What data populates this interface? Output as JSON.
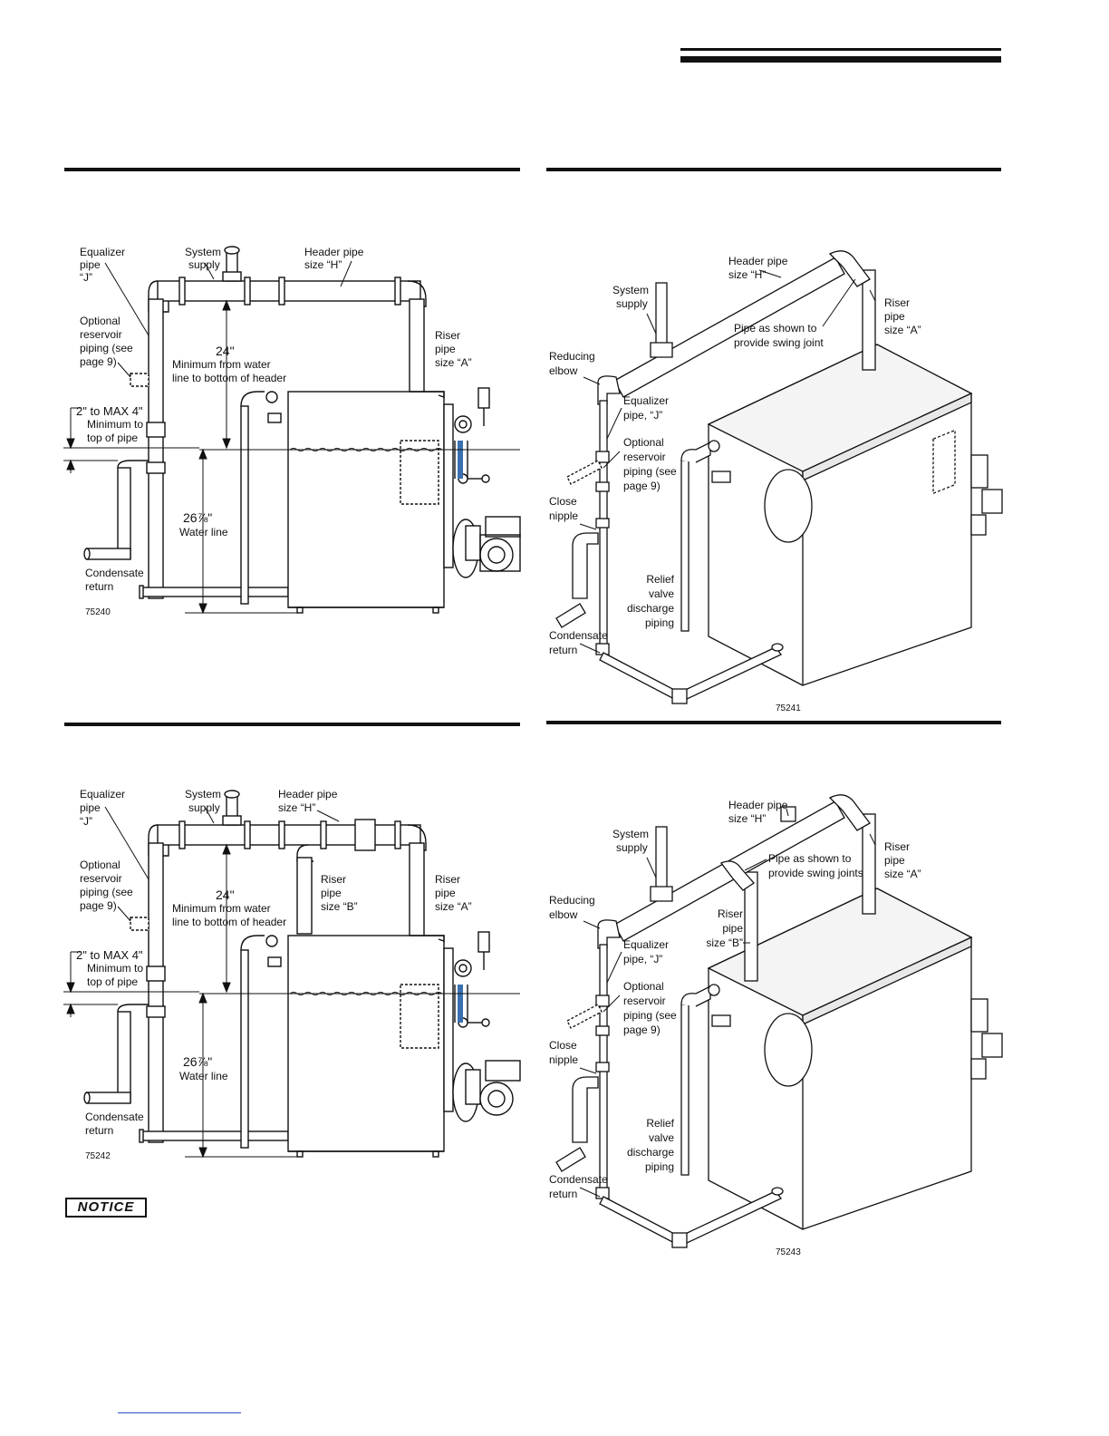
{
  "figures": [
    {
      "id": "75240",
      "labels": {
        "equalizer": [
          "Equalizer",
          "pipe",
          "“J”"
        ],
        "system_supply": [
          "System",
          "supply"
        ],
        "header": [
          "Header pipe",
          "size “H”"
        ],
        "optional": [
          "Optional",
          "reservoir",
          "piping (see",
          "page 9)"
        ],
        "riser_a": [
          "Riser",
          "pipe",
          "size “A”"
        ],
        "min24": "24\"",
        "min24_note": [
          "Minimum from water",
          "line to bottom of header"
        ],
        "range": "2\" to MAX 4\"",
        "range_note": [
          "Minimum to",
          "top of pipe"
        ],
        "water_height": "26⅞\"",
        "water_line": "Water line",
        "condensate": [
          "Condensate",
          "return"
        ]
      }
    },
    {
      "id": "75241",
      "labels": {
        "header": [
          "Header pipe",
          "size “H”"
        ],
        "system_supply": [
          "System",
          "supply"
        ],
        "riser_a": [
          "Riser",
          "pipe",
          "size “A”"
        ],
        "swing": [
          "Pipe as shown to",
          "provide swing joint"
        ],
        "reducing": [
          "Reducing",
          "elbow"
        ],
        "equalizer": [
          "Equalizer",
          "pipe, “J”"
        ],
        "optional": [
          "Optional",
          "reservoir",
          "piping (see",
          "page 9)"
        ],
        "close": [
          "Close",
          "nipple"
        ],
        "relief": [
          "Relief",
          "valve",
          "discharge",
          "piping"
        ],
        "condensate": [
          "Condensate",
          "return"
        ]
      }
    },
    {
      "id": "75242",
      "labels": {
        "equalizer": [
          "Equalizer",
          "pipe",
          "“J”"
        ],
        "system_supply": [
          "System",
          "supply"
        ],
        "header": [
          "Header pipe",
          "size “H”"
        ],
        "optional": [
          "Optional",
          "reservoir",
          "piping (see",
          "page 9)"
        ],
        "riser_b": [
          "Riser",
          "pipe",
          "size “B”"
        ],
        "riser_a": [
          "Riser",
          "pipe",
          "size “A”"
        ],
        "min24": "24\"",
        "min24_note": [
          "Minimum from water",
          "line to bottom of header"
        ],
        "range": "2\" to MAX 4\"",
        "range_note": [
          "Minimum to",
          "top of pipe"
        ],
        "water_height": "26⅞\"",
        "water_line": "Water line",
        "condensate": [
          "Condensate",
          "return"
        ]
      }
    },
    {
      "id": "75243",
      "labels": {
        "header": [
          "Header pipe",
          "size “H”"
        ],
        "system_supply": [
          "System",
          "supply"
        ],
        "riser_a": [
          "Riser",
          "pipe",
          "size “A”"
        ],
        "swing": [
          "Pipe as shown to",
          "provide swing joints"
        ],
        "riser_b": [
          "Riser",
          "pipe",
          "size “B”"
        ],
        "reducing": [
          "Reducing",
          "elbow"
        ],
        "equalizer": [
          "Equalizer",
          "pipe, “J”"
        ],
        "optional": [
          "Optional",
          "reservoir",
          "piping (see",
          "page 9)"
        ],
        "close": [
          "Close",
          "nipple"
        ],
        "relief": [
          "Relief",
          "valve",
          "discharge",
          "piping"
        ],
        "condensate": [
          "Condensate",
          "return"
        ]
      }
    }
  ],
  "notice": "NOTICE",
  "colors": {
    "ink": "#111111",
    "sight_glass": "#3a6fb0",
    "link": "#2a4fc9"
  }
}
